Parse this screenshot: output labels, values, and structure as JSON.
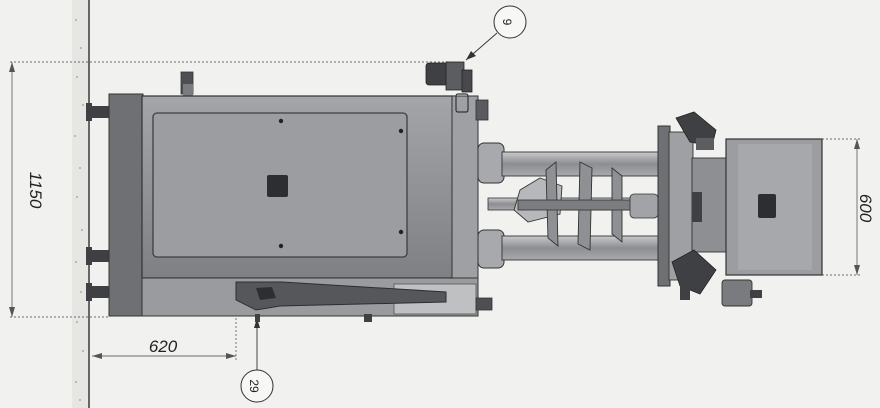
{
  "dimensions": {
    "height_left": "1150",
    "width_right": "600",
    "offset_bottom": "620"
  },
  "callouts": {
    "top": "9",
    "bottom": "29"
  },
  "colors": {
    "machine_body": "#8c8d8f",
    "machine_light": "#b9babc",
    "machine_dark": "#4e4f52",
    "line": "#333333",
    "dimension": "#6a6a6a"
  }
}
